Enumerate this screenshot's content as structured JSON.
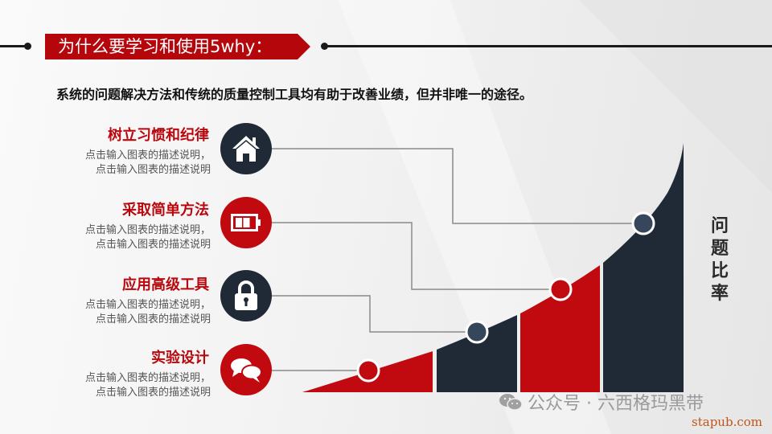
{
  "header": {
    "title": "为什么要学习和使用5why：",
    "subtitle": "系统的问题解决方法和传统的质量控制工具均有助于改善业绩，但并非唯一的途径。"
  },
  "items": [
    {
      "title": "树立习惯和纪律",
      "desc_line1": "点击输入图表的描述说明，",
      "desc_line2": "点击输入图表的描述说明",
      "icon": "home-icon",
      "circle_color": "#1f2a36"
    },
    {
      "title": "采取简单方法",
      "desc_line1": "点击输入图表的描述说明，",
      "desc_line2": "点击输入图表的描述说明",
      "icon": "battery-icon",
      "circle_color": "#c00a10"
    },
    {
      "title": "应用高级工具",
      "desc_line1": "点击输入图表的描述说明，",
      "desc_line2": "点击输入图表的描述说明",
      "icon": "lock-icon",
      "circle_color": "#1f2a36"
    },
    {
      "title": "实验设计",
      "desc_line1": "点击输入图表的描述说明，",
      "desc_line2": "点击输入图表的描述说明",
      "icon": "chat-bubbles-icon",
      "circle_color": "#c00a10"
    }
  ],
  "chart": {
    "axis_label": [
      "问",
      "题",
      "比",
      "率"
    ],
    "segments": [
      {
        "index": 1,
        "color": "#c00a10"
      },
      {
        "index": 2,
        "color": "#1f2a36"
      },
      {
        "index": 3,
        "color": "#c00a10"
      },
      {
        "index": 4,
        "color": "#1f2a36"
      }
    ]
  },
  "colors": {
    "accent_red": "#c00a10",
    "dark_navy": "#1f2a36",
    "dot_navy": "#36475c"
  },
  "watermark": {
    "text": "公众号 · 六西格玛黑带",
    "site": "stapub.com"
  }
}
